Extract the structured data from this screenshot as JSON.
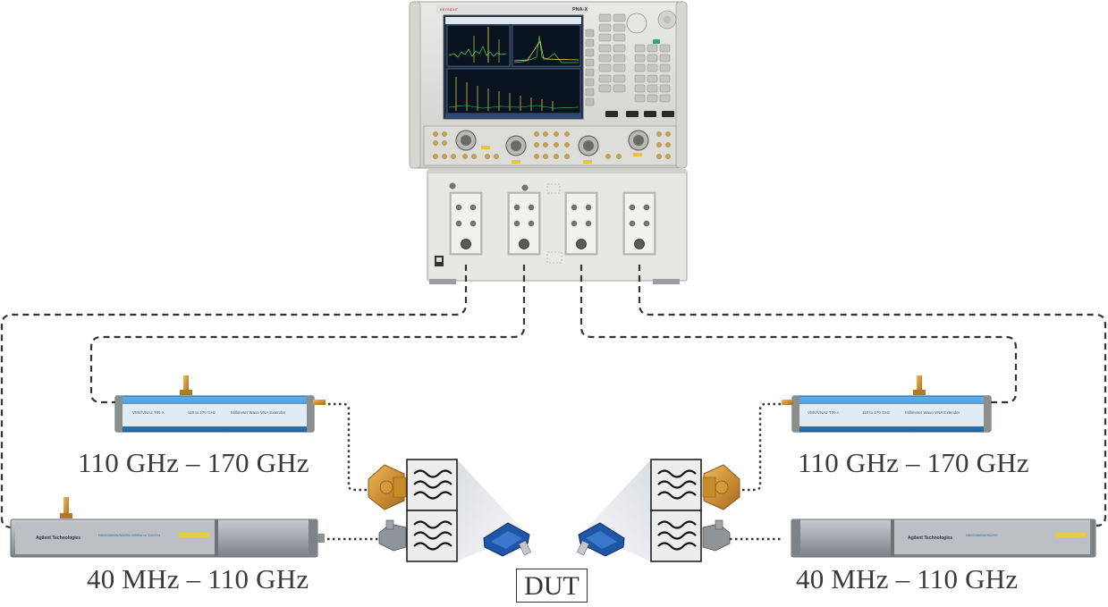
{
  "instrument": {
    "pna_model": "PNA-X"
  },
  "extenders": {
    "top_left_freq_range": "110 GHz – 170 GHz",
    "top_right_freq_range": "110 GHz – 170 GHz",
    "bottom_left_freq_range": "40 MHz – 110 GHz",
    "bottom_right_freq_range": "40 MHz – 110 GHz"
  },
  "dut": {
    "label": "DUT"
  },
  "colors": {
    "extender_blue": "#3a8fd6",
    "extender_grey": "#9a9ea3",
    "waveguide_gold": "#c98a2a",
    "cable_dash": "#333333"
  }
}
